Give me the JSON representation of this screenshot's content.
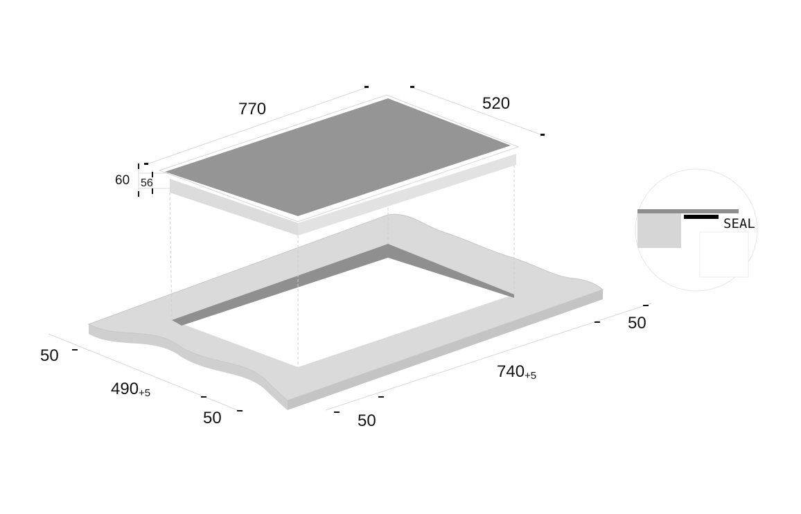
{
  "dimensions": {
    "hob_length": "770",
    "hob_width": "520",
    "hob_height_total": "60",
    "hob_height_body": "56",
    "cutout_length": "740",
    "cutout_length_tol": "+5",
    "cutout_width": "490",
    "cutout_width_tol": "+5",
    "margin_left": "50",
    "margin_front_left": "50",
    "margin_front_right": "50",
    "margin_right": "50"
  },
  "detail": {
    "seal_label": "SEAL"
  },
  "colors": {
    "glass": "#959595",
    "counter": "#d9d9d9",
    "cutout_wall": "#8c8c8c",
    "seal": "#000000"
  }
}
